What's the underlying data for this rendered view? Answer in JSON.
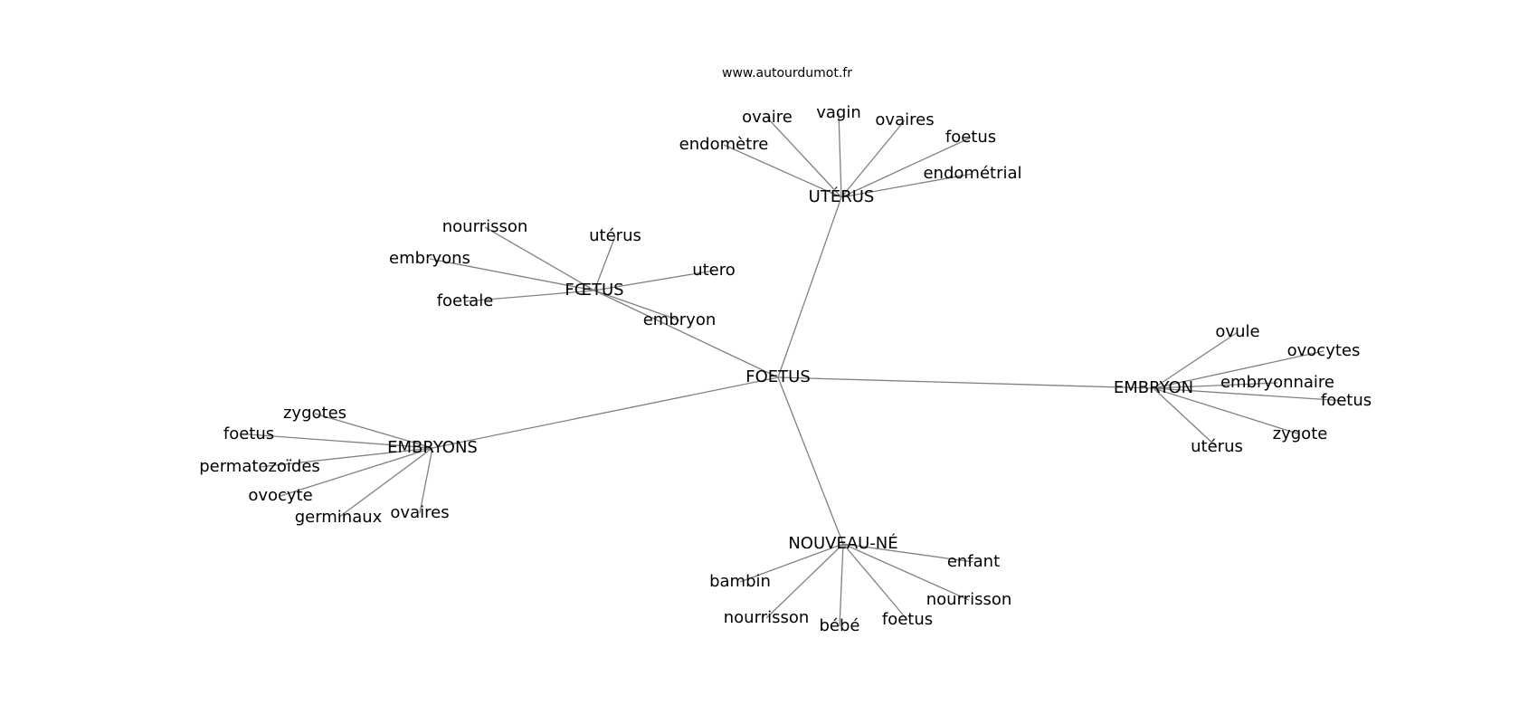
{
  "watermark": "www.autourdumot.fr",
  "colors": {
    "edge": "#808080",
    "text": "#000000",
    "background": "#ffffff"
  },
  "root": "FOETUS",
  "hubs": [
    {
      "id": "uterus_hub",
      "label": "UTÉRUS",
      "leaves": [
        "ovaire",
        "vagin",
        "ovaires",
        "endomètre",
        "foetus",
        "endométrial"
      ]
    },
    {
      "id": "foetus_hub",
      "label": "FŒTUS",
      "leaves": [
        "nourrisson",
        "utérus",
        "embryons",
        "utero",
        "foetale",
        "embryon"
      ]
    },
    {
      "id": "embryon_hub",
      "label": "EMBRYON",
      "leaves": [
        "ovule",
        "ovocytes",
        "embryonnaire",
        "foetus",
        "zygote",
        "utérus"
      ]
    },
    {
      "id": "embryons_hub",
      "label": "EMBRYONS",
      "leaves": [
        "zygotes",
        "foetus",
        "permatozoïdes",
        "ovocyte",
        "germinaux",
        "ovaires"
      ]
    },
    {
      "id": "nouveaune_hub",
      "label": "NOUVEAU-NÉ",
      "leaves": [
        "enfant",
        "bambin",
        "nourrisson",
        "nourrisson",
        "bébé",
        "foetus"
      ]
    }
  ]
}
